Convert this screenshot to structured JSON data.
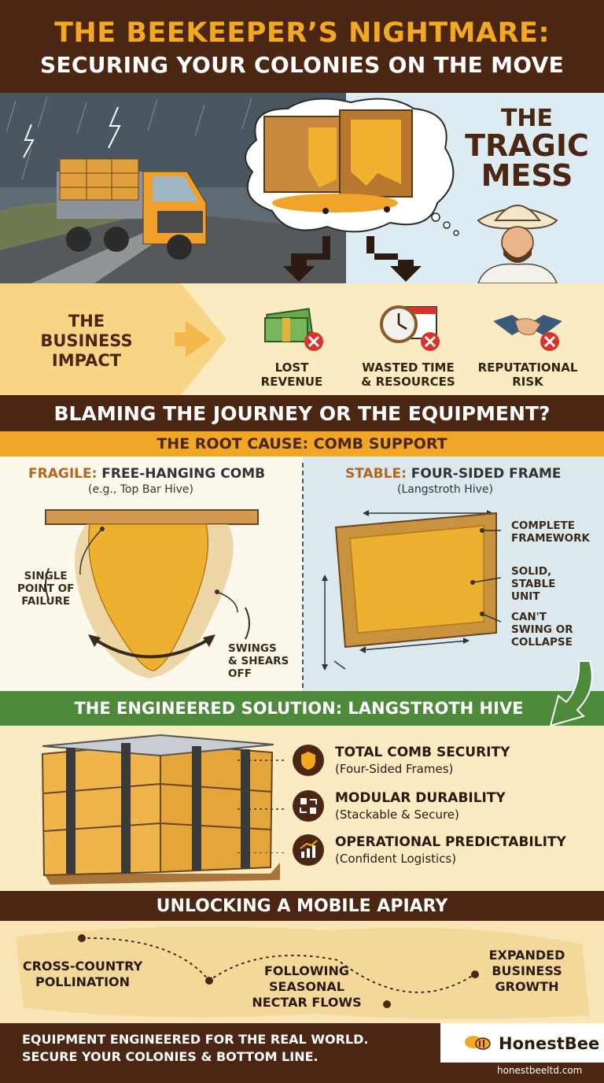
{
  "header": {
    "title_line1": "THE BEEKEEPER’S NIGHTMARE:",
    "title_line2": "SECURING YOUR COLONIES ON THE MOVE"
  },
  "scene": {
    "tragic_line1": "THE",
    "tragic_line2": "TRAGIC",
    "tragic_line3": "MESS"
  },
  "impact": {
    "label_line1": "THE",
    "label_line2": "BUSINESS",
    "label_line3": "IMPACT",
    "items": [
      {
        "line1": "LOST",
        "line2": "REVENUE",
        "icon": "money-icon"
      },
      {
        "line1": "WASTED TIME",
        "line2": "& RESOURCES",
        "icon": "clock-calendar-icon"
      },
      {
        "line1": "REPUTATIONAL",
        "line2": "RISK",
        "icon": "handshake-icon"
      }
    ]
  },
  "blaming": "BLAMING THE JOURNEY OR THE EQUIPMENT?",
  "root_cause": "THE ROOT CAUSE: COMB SUPPORT",
  "fragile": {
    "title_highlight": "FRAGILE:",
    "title_rest": " FREE-HANGING COMB",
    "subtitle": "(e.g., Top Bar Hive)",
    "note1_line1": "SINGLE",
    "note1_line2": "POINT OF",
    "note1_line3": "FAILURE",
    "note2_line1": "SWINGS",
    "note2_line2": "& SHEARS",
    "note2_line3": "OFF"
  },
  "stable": {
    "title_highlight": "STABLE:",
    "title_rest": " FOUR-SIDED FRAME",
    "subtitle": "(Langstroth Hive)",
    "note1_line1": "COMPLETE",
    "note1_line2": "FRAMEWORK",
    "note2_line1": "SOLID,",
    "note2_line2": "STABLE",
    "note2_line3": "UNIT",
    "note3_line1": "CAN'T",
    "note3_line2": "SWING OR",
    "note3_line3": "COLLAPSE"
  },
  "engineered": "THE ENGINEERED SOLUTION: LANGSTROTH HIVE",
  "features": [
    {
      "title": "TOTAL COMB SECURITY",
      "sub": "(Four-Sided Frames)",
      "icon": "honeycomb-shield-icon"
    },
    {
      "title": "MODULAR DURABILITY",
      "sub": "(Stackable & Secure)",
      "icon": "modular-arrows-icon"
    },
    {
      "title": "OPERATIONAL PREDICTABILITY",
      "sub": "(Confident Logistics)",
      "icon": "growth-chart-icon"
    }
  ],
  "unlock": "UNLOCKING A MOBILE APIARY",
  "map": {
    "stop1_line1": "CROSS-COUNTRY",
    "stop1_line2": "POLLINATION",
    "stop2_line1": "FOLLOWING",
    "stop2_line2": "SEASONAL",
    "stop2_line3": "NECTAR FLOWS",
    "stop3_line1": "EXPANDED",
    "stop3_line2": "BUSINESS",
    "stop3_line3": "GROWTH"
  },
  "footer": {
    "line1": "EQUIPMENT ENGINEERED FOR THE REAL WORLD.",
    "line2": "SECURE YOUR COLONIES & BOTTOM LINE.",
    "brand": "HonestBee",
    "website": "honestbeeltd.com"
  },
  "colors": {
    "dark_brown": "#4a2613",
    "honey_orange": "#f3a81f",
    "green_banner": "#4d8a3a",
    "error_red": "#d9342b"
  }
}
